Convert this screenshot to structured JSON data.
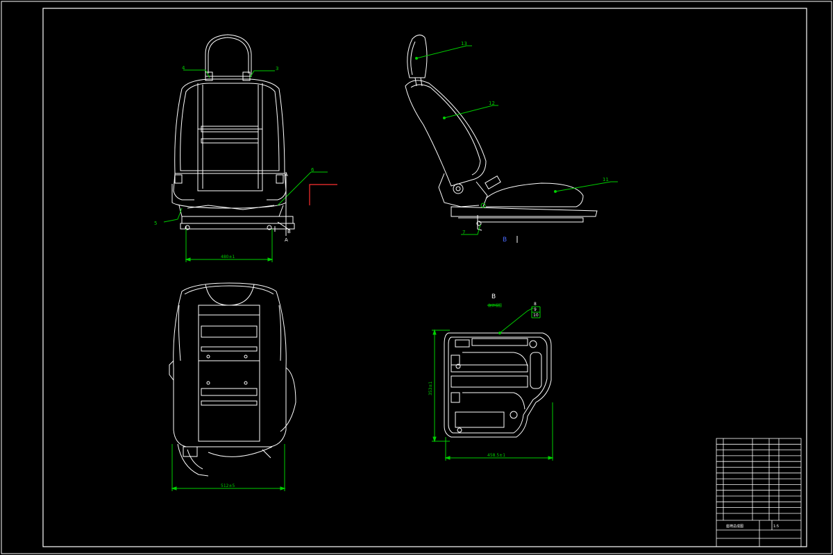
{
  "drawing": {
    "colors": {
      "background": "#000000",
      "outline": "#ffffff",
      "dimension": "#00d000",
      "leader": "#00d000",
      "balloon_text": "#00d000",
      "notes": "#4b6cff",
      "section_mark": "#ff3030",
      "title_block": "#ffffff"
    },
    "balloons": {
      "front_view": [
        {
          "id": "3",
          "label": "3"
        },
        {
          "id": "4",
          "label": "4"
        },
        {
          "id": "5",
          "label": "5"
        },
        {
          "id": "6",
          "label": "6"
        }
      ],
      "side_view": [
        {
          "id": "13",
          "label": "13"
        },
        {
          "id": "12",
          "label": "12"
        },
        {
          "id": "11",
          "label": "11"
        },
        {
          "id": "7",
          "label": "7"
        }
      ],
      "detail_view": [
        {
          "id": "8",
          "label": "8"
        },
        {
          "id": "9",
          "label": "9"
        },
        {
          "id": "10",
          "label": "10"
        }
      ]
    },
    "section_letters": {
      "a_top": "A",
      "a_bottom": "A",
      "b_front": "B",
      "b_side": "B",
      "b_detail": "B"
    },
    "dimensions": {
      "front_width": "480±1",
      "rear_width": "512±5",
      "detail_height": "353±1",
      "detail_width": "458.5±1"
    },
    "detail_caption": "旋转视图",
    "title_block": {
      "caption": "座椅总成图",
      "scale": "1:5"
    }
  }
}
